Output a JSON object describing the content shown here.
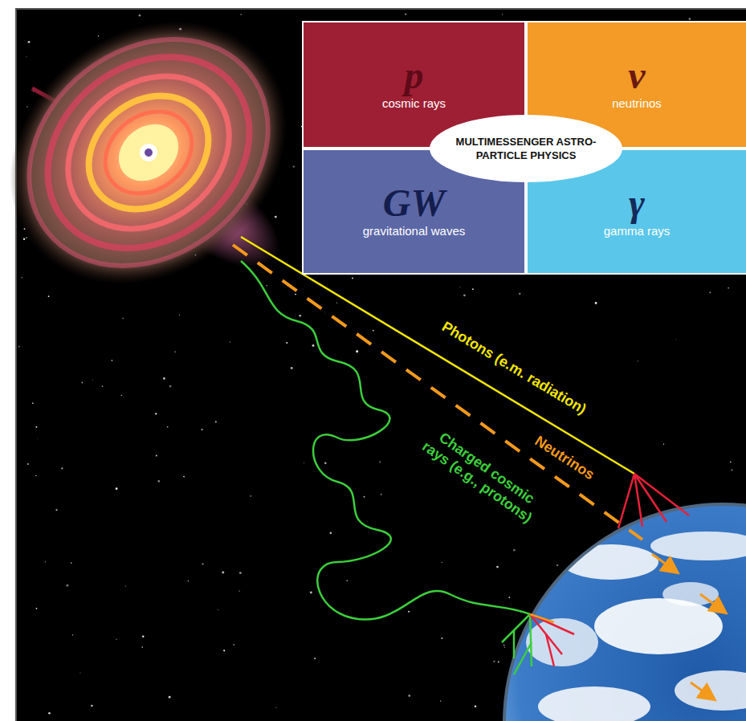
{
  "diagram": {
    "nodes": [
      {
        "text": [
          "p",
          "cosmic rays"
        ]
      },
      {
        "text": [
          "ν",
          "neutrinos"
        ]
      },
      {
        "text": [
          "GW",
          "gravitational waves"
        ]
      },
      {
        "text": [
          "γ",
          "gamma rays"
        ]
      },
      {
        "text": [
          "MULTIMESSENGER ASTRO-PARTICLE PHYSICS"
        ]
      }
    ],
    "labels": [
      "Photons (e.m. radiation)",
      "Neutrinos",
      "Charged cosmic rays (e.g., protons)"
    ]
  }
}
